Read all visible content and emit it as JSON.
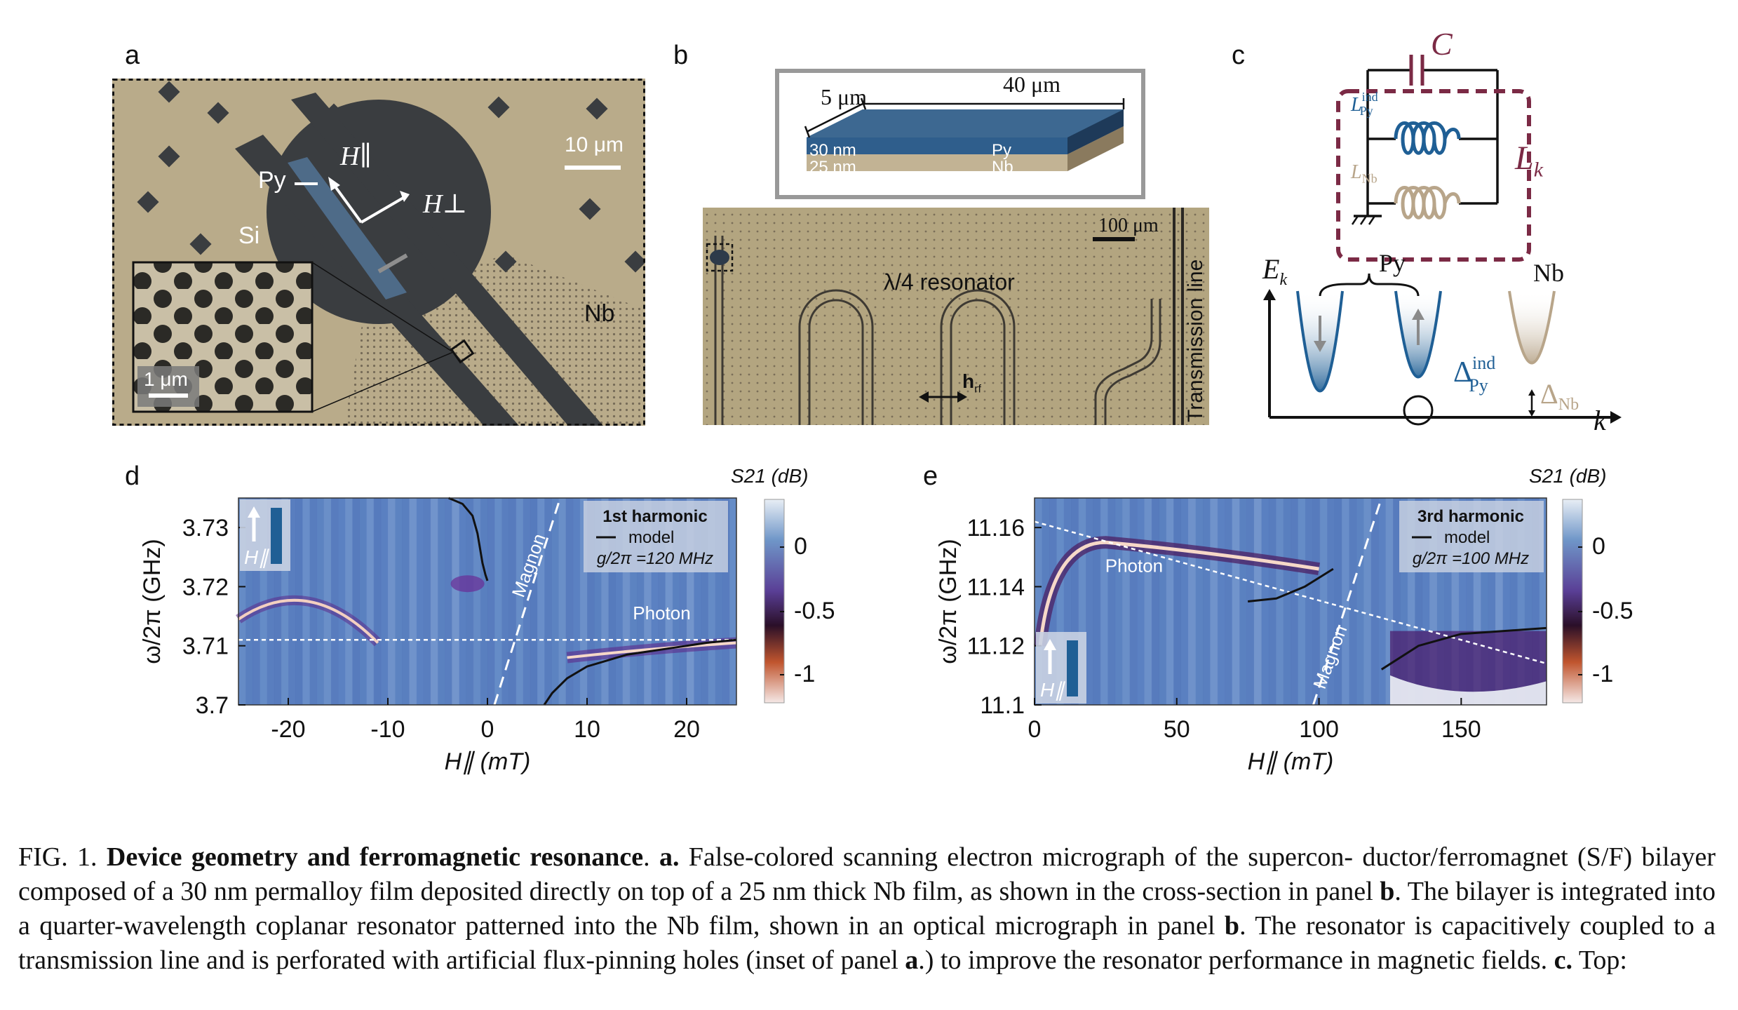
{
  "panels": {
    "a": {
      "label": "a",
      "scale_bar": "10 μm",
      "inset_scale_bar": "1 μm",
      "labels": {
        "py": "Py",
        "si": "Si",
        "nb": "Nb",
        "h_par": "H∥",
        "h_perp": "H⊥"
      }
    },
    "b": {
      "label": "b",
      "dim_left": "5 μm",
      "dim_right": "40 μm",
      "layer_top_thickness": "30 nm",
      "layer_top_name": "Py",
      "layer_bottom_thickness": "25 nm",
      "layer_bottom_name": "Nb",
      "scale_bar": "100 μm",
      "resonator_label": "λ/4 resonator",
      "transmission_label": "Transmission line",
      "hrf_label": "h",
      "hrf_sub": "rf"
    },
    "c": {
      "label": "c",
      "cap_label": "C",
      "lk_label": "L",
      "lk_sub": "k",
      "l_py_sup": "ind",
      "l_py_sub": "Py",
      "l_nb_sub": "Nb",
      "ek_label": "E",
      "ek_sub": "k",
      "k_label": "k",
      "py_label": "Py",
      "nb_label": "Nb",
      "delta_py_sup": "ind",
      "delta_py_sub": "Py",
      "delta_nb_sub": "Nb",
      "colors": {
        "maroon": "#7b2a45",
        "blue": "#1f5f95",
        "tan": "#b8a58a"
      }
    },
    "d": {
      "label": "d",
      "box_title": "1st harmonic",
      "box_model": "model",
      "box_coupling": "g/2π =120 MHz",
      "photon_label": "Photon",
      "magnon_label": "Magnon",
      "colorbar_title": "S21 (dB)",
      "colorbar_ticks": [
        "0",
        "-0.5",
        "-1"
      ],
      "inset_field": "H∥"
    },
    "e": {
      "label": "e",
      "box_title": "3rd harmonic",
      "box_model": "model",
      "box_coupling": "g/2π =100 MHz",
      "photon_label": "Photon",
      "magnon_label": "Magnon",
      "colorbar_title": "S21 (dB)",
      "colorbar_ticks": [
        "0",
        "-0.5",
        "-1"
      ],
      "inset_field": "H∥"
    }
  },
  "chart_data": [
    {
      "type": "heatmap",
      "panel": "d",
      "xlabel": "H∥ (mT)",
      "ylabel": "ω/2π (GHz)",
      "xlim": [
        -25,
        25
      ],
      "ylim": [
        3.7,
        3.735
      ],
      "xticks": [
        -20,
        -10,
        0,
        10,
        20
      ],
      "xtick_labels": [
        "-20",
        "-10",
        "0",
        "10",
        "20"
      ],
      "yticks": [
        3.7,
        3.71,
        3.72,
        3.73
      ],
      "ytick_labels": [
        "3.7",
        "3.71",
        "3.72",
        "3.73"
      ],
      "color_range_db": [
        -1.2,
        0.3
      ],
      "photon_reference_ghz": 3.711,
      "series": [
        {
          "name": "model",
          "x": [
            -3.9,
            -2.5,
            -1.5,
            -1.0,
            -0.8,
            -0.5,
            -0.2,
            0.0
          ],
          "y": [
            3.735,
            3.734,
            3.732,
            3.729,
            3.727,
            3.724,
            3.722,
            3.721
          ]
        },
        {
          "name": "model",
          "x": [
            5.7,
            6.5,
            8,
            10,
            12,
            14,
            16,
            18,
            20,
            22,
            25
          ],
          "y": [
            3.7,
            3.702,
            3.7045,
            3.7065,
            3.7075,
            3.7085,
            3.709,
            3.7095,
            3.71,
            3.7105,
            3.711
          ]
        }
      ]
    },
    {
      "type": "heatmap",
      "panel": "e",
      "xlabel": "H∥ (mT)",
      "ylabel": "ω/2π (GHz)",
      "xlim": [
        0,
        180
      ],
      "ylim": [
        11.1,
        11.17
      ],
      "xticks": [
        0,
        50,
        100,
        150
      ],
      "xtick_labels": [
        "0",
        "50",
        "100",
        "150"
      ],
      "yticks": [
        11.1,
        11.12,
        11.14,
        11.16
      ],
      "ytick_labels": [
        "11.1",
        "11.12",
        "11.14",
        "11.16"
      ],
      "color_range_db": [
        -1.2,
        0.3
      ],
      "series": [
        {
          "name": "model",
          "x": [
            75,
            85,
            95,
            105
          ],
          "y": [
            11.135,
            11.136,
            11.14,
            11.146
          ]
        },
        {
          "name": "model",
          "x": [
            122,
            135,
            150,
            165,
            180
          ],
          "y": [
            11.112,
            11.12,
            11.124,
            11.125,
            11.126
          ]
        }
      ]
    }
  ],
  "caption": {
    "fig_label": "FIG. 1.",
    "title": "Device geometry and ferromagnetic resonance",
    "line1_rest": "False-colored scanning electron micrograph of the supercon-",
    "a_label": "a.",
    "line2": "ductor/ferromagnet (S/F) bilayer composed of a 30 nm permalloy film deposited directly on top of a 25 nm thick Nb film, as",
    "line3a": "shown in the cross-section in panel",
    "line3b": ". The bilayer is integrated into a quarter-wavelength coplanar resonator patterned into",
    "line4a": "the Nb film, shown in an optical micrograph in panel",
    "line4b": ". The resonator is capacitively coupled to a transmission line and is",
    "line5a": "perforated with artificial flux-pinning holes (inset of panel",
    "line5b": ".) to improve the resonator performance in magnetic fields.",
    "c_label": "c.",
    "line5c": "Top:",
    "b_ref": "b",
    "a_ref": "a"
  }
}
